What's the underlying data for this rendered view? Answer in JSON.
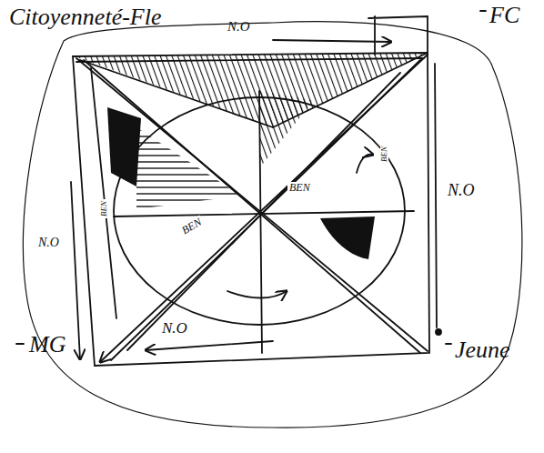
{
  "diagram": {
    "labels": [
      "Citoyenneté-Fle",
      "N.O",
      "FC",
      "N.O",
      "N.O",
      "MG",
      "N.O",
      "Jeune",
      "BEN",
      "BEN",
      "BEN",
      "BEN"
    ]
  }
}
